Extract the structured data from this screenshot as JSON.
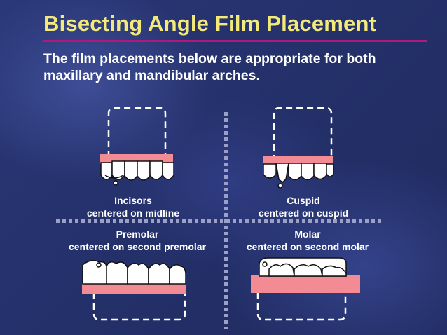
{
  "slide": {
    "title": "Bisecting Angle Film Placement",
    "subtitle": "The film placements below are appropriate for both maxillary and mandibular arches."
  },
  "quadrants": [
    {
      "name": "Incisors",
      "description": "centered on midline"
    },
    {
      "name": "Cuspid",
      "description": "centered on cuspid"
    },
    {
      "name": "Premolar",
      "description": "centered on second premolar"
    },
    {
      "name": "Molar",
      "description": "centered on second molar"
    }
  ],
  "colors": {
    "title": "#f3ea7a",
    "title_rule": "#b0187a",
    "gum": "#f28b94",
    "tooth": "#ffffff",
    "divider": "#9aa0c8"
  }
}
